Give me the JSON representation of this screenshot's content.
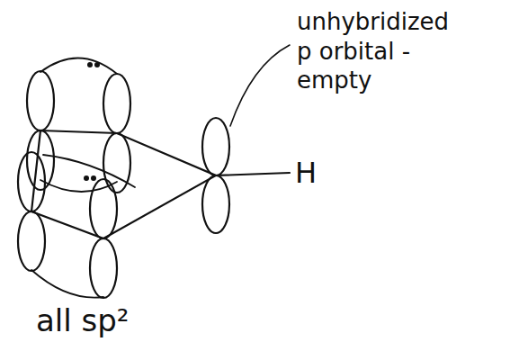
{
  "diagram": {
    "labels": [
      "unhybridized p orbital -empty",
      "H",
      "all sp²"
    ]
  }
}
